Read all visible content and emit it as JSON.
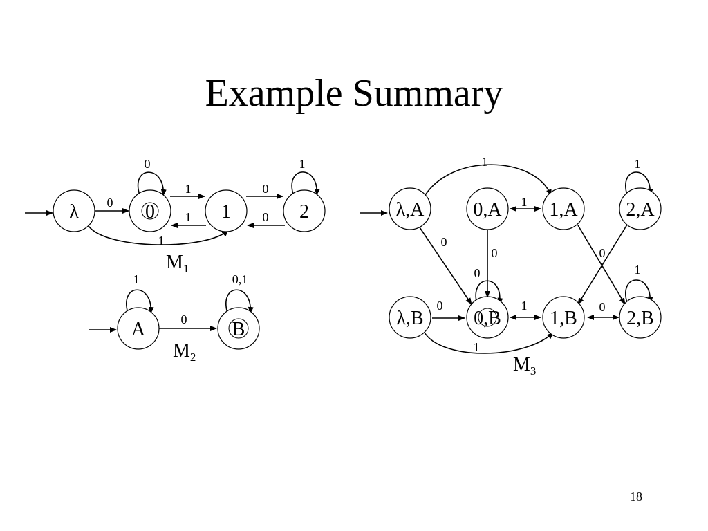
{
  "title": "Example Summary",
  "page_number": "18",
  "machines": {
    "m1": {
      "name": "M",
      "sub": "1",
      "states": [
        "λ",
        "0",
        "1",
        "2"
      ],
      "edges": {
        "lambda_to_0": "0",
        "self_0": "0",
        "s0_to_1": "1",
        "s1_to_0": "1",
        "s1_to_2": "0",
        "s2_to_1": "0",
        "self_2": "1",
        "lambda_to_1": "1"
      }
    },
    "m2": {
      "name": "M",
      "sub": "2",
      "states": [
        "A",
        "B"
      ],
      "edges": {
        "self_A": "1",
        "A_to_B": "0",
        "self_B": "0,1"
      }
    },
    "m3": {
      "name": "M",
      "sub": "3",
      "states_top": [
        "λ,A",
        "0,A",
        "1,A",
        "2,A"
      ],
      "states_bottom": [
        "λ,B",
        "0,B",
        "1,B",
        "2,B"
      ],
      "edges": {
        "lamA_to_1A": "1",
        "0A_1A": "1",
        "self_2A": "1",
        "lamA_to_0B": "0",
        "0A_to_0B": "0",
        "self_0B": "0",
        "1A_to_2B": "0",
        "self_2B": "1",
        "lamB_to_0B": "0",
        "0B_1B": "1",
        "1B_2B": "0",
        "lamB_to_1B": "1"
      }
    }
  }
}
